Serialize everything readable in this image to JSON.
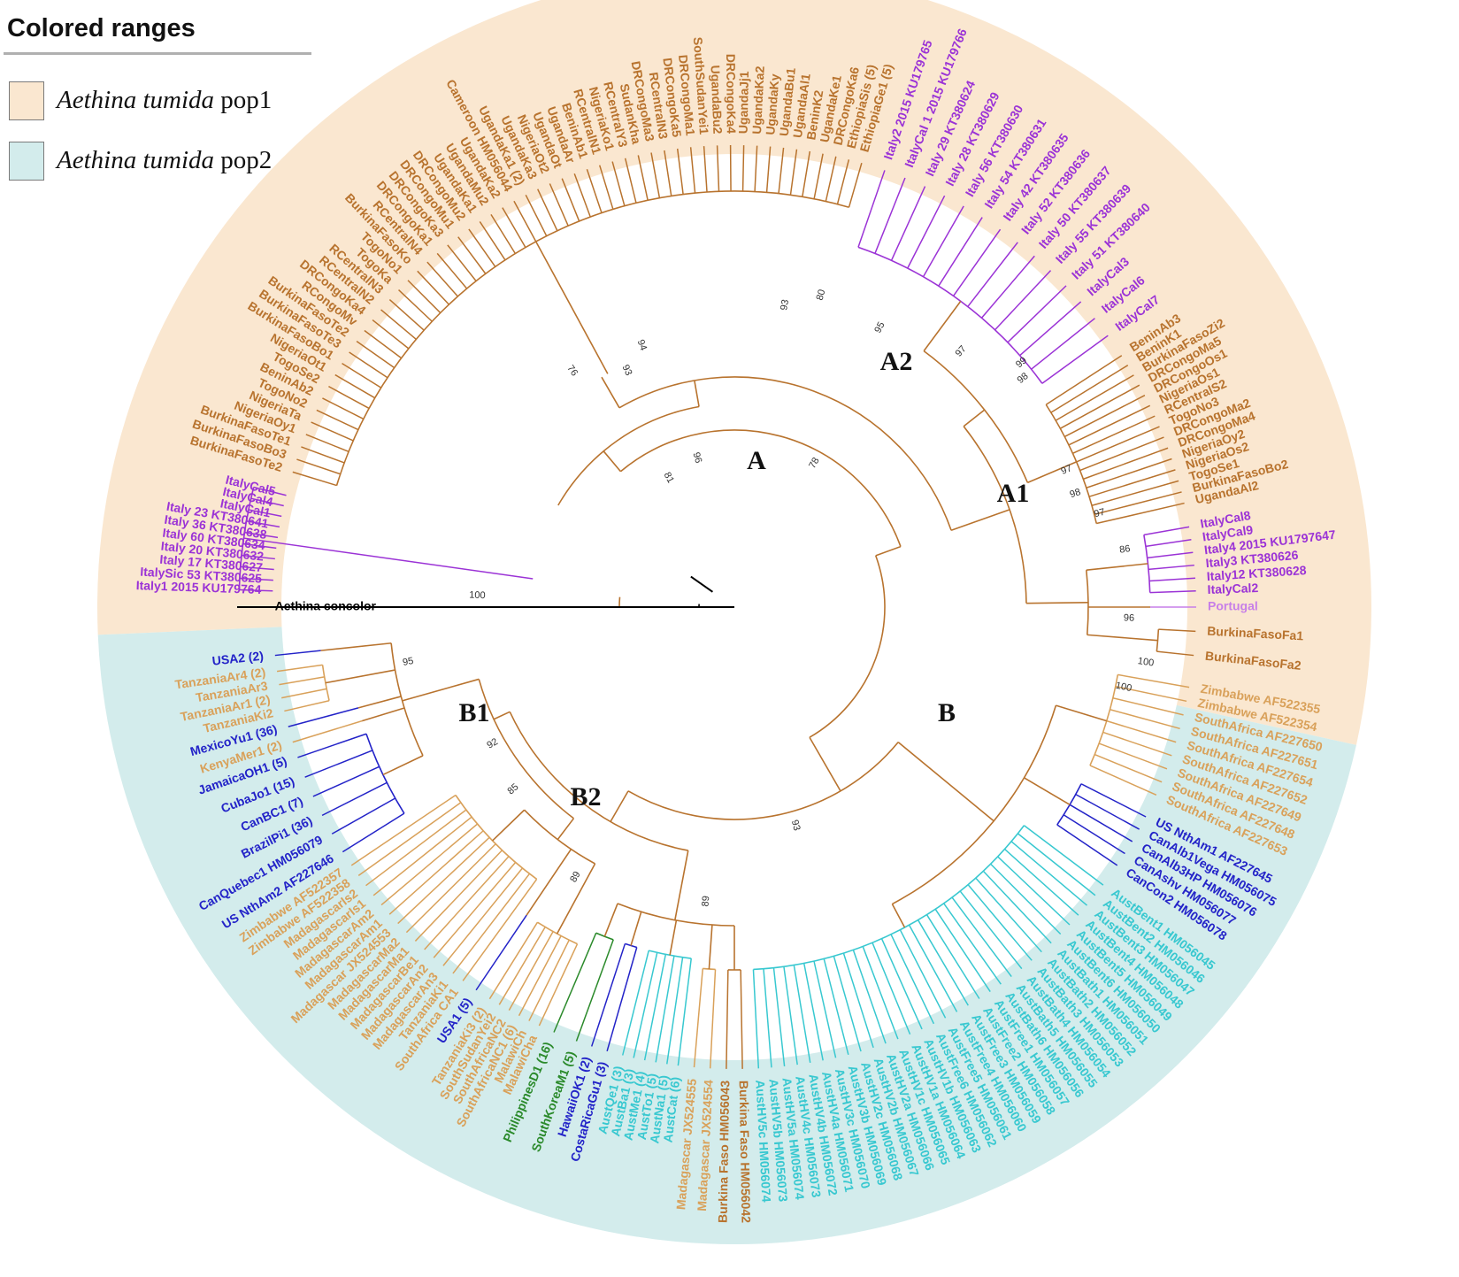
{
  "legend": {
    "title": "Colored ranges",
    "items": [
      {
        "italic": "Aethina tumida",
        "suffix": " pop1",
        "color": "#fae7d0"
      },
      {
        "italic": "Aethina tumida",
        "suffix": " pop2",
        "color": "#d3ecec"
      }
    ]
  },
  "colors": {
    "brown": "#b8732e",
    "tan": "#d9a15a",
    "purple": "#9b33d6",
    "blue": "#2323c8",
    "cyan": "#38c8d0",
    "green": "#2b8a2b",
    "black": "#000000",
    "portugal": "#c77fe8"
  },
  "clades": [
    {
      "label": "A"
    },
    {
      "label": "A1"
    },
    {
      "label": "A2"
    },
    {
      "label": "B"
    },
    {
      "label": "B1"
    },
    {
      "label": "B2"
    }
  ],
  "groups": {
    "A_italy_out": {
      "color": "purple",
      "leaves": [
        "Italy1 2015 KU179764",
        "ItalySic 53 KT380625",
        "Italy 17 KT380627",
        "Italy 20 KT380632",
        "Italy 60 KT380634",
        "Italy 36 KT380638",
        "Italy 23 KT380641",
        "ItalyCal1",
        "ItalyCal4",
        "ItalyCal5"
      ]
    },
    "A_brown_1": {
      "color": "brown",
      "leaves": [
        "BurkinaFasoTe2",
        "BurkinaFasoBo3",
        "BurkinaFasoTe1",
        "NigeriaOy1",
        "NigeriaTa",
        "TogoNo2",
        "BeninAb2",
        "TogoSe2",
        "NigeriaOt1",
        "BurkinaFasoBo1",
        "BurkinaFasoTe3",
        "BurkinaFasoTe2",
        "RCongoMv",
        "DRCongoKa4",
        "RCentralN2",
        "RCentralN3",
        "TogoKa",
        "TogoNo1",
        "BurkinaFasoKo",
        "RCentralN4",
        "DRCongoKa1",
        "DRCongoKa3",
        "DRCongoMu1",
        "DRCongoMu2",
        "UgandaKa1",
        "UgandaMu2",
        "UgandaKa2",
        "Cameroon HM056044",
        "UgandaKa1 (2)",
        "UgandaKa3",
        "NigeriaOt2",
        "UgandaOt",
        "UgandaAr",
        "BeninAb1",
        "RCentralN1",
        "NigeriaKo1",
        "RCentralY3",
        "SudanKha",
        "DRCongoMa3",
        "RCentralN3",
        "DRCongoKa5",
        "DRCongoMa1",
        "SouthSudanYei1",
        "UgandaBu2",
        "DRCongoKa4",
        "UgandaJj1",
        "UgandaKa2",
        "UgandaKy",
        "UgandaBu1",
        "UgandaAl1",
        "BeninK2",
        "UgandaKe1",
        "DRCongoKa6",
        "EthiopiaSis (5)",
        "EthiopiaGe1 (5)"
      ]
    },
    "A_italy_in": {
      "color": "purple",
      "leaves": [
        "Italy2 2015 KU179765",
        "ItalyCal 1 2015 KU179766",
        "Italy 29 KT380624",
        "Italy 28 KT380629",
        "Italy 56 KT380630",
        "Italy 54 KT380631",
        "Italy 42 KT380635",
        "Italy 52 KT380636",
        "Italy 50 KT380637",
        "Italy 55 KT380639",
        "Italy 51 KT380640",
        "ItalyCal3",
        "ItalyCal6",
        "ItalyCal7"
      ]
    },
    "A_brown_2": {
      "color": "brown",
      "leaves": [
        "BeninAb3",
        "BeninK1",
        "BurkinaFasoZi2",
        "DRCongoMa5",
        "DRCongoOs1",
        "NigeriaOs1",
        "RCentralS2",
        "TogoNo3",
        "DRCongoMa2",
        "DRCongoMa4",
        "NigeriaOy2",
        "NigeriaOs2",
        "TogoSe1",
        "BurkinaFasoBo2",
        "UgandaAl2"
      ]
    },
    "A_italy_3": {
      "color": "purple",
      "leaves": [
        "ItalyCal8",
        "ItalyCal9",
        "Italy4 2015 KU1797647",
        "Italy3 KT380626",
        "Italy12 KT380628",
        "ItalyCal2"
      ]
    },
    "A_portugal": {
      "color": "portugal",
      "leaves": [
        "Portugal"
      ]
    },
    "A_brown_3": {
      "color": "brown",
      "leaves": [
        "BurkinaFasoFa1",
        "BurkinaFasoFa2"
      ]
    },
    "B_tan_1": {
      "color": "tan",
      "leaves": [
        "Zimbabwe AF522355",
        "Zimbabwe AF522354",
        "SouthAfrica AF227650",
        "SouthAfrica AF227651",
        "SouthAfrica AF227654",
        "SouthAfrica AF227652",
        "SouthAfrica AF227649",
        "SouthAfrica AF227648",
        "SouthAfrica AF227653"
      ]
    },
    "B_blue_1": {
      "color": "blue",
      "leaves": [
        "US NthAm1 AF227645",
        "CanAlb1Vega HM056075",
        "CanAlb3HP HM056076",
        "CanAshv HM056077",
        "CanCon2 HM056078"
      ]
    },
    "B_cyan_1": {
      "color": "cyan",
      "leaves": [
        "AustBent1 HM056045",
        "AustBent2 HM056046",
        "AustBent3 HM056047",
        "AustBent4 HM056048",
        "AustBent5 HM056049",
        "AustBent6 HM056050",
        "AustBath1 HM056051",
        "AustBath2 HM056052",
        "AustBath3 HM056053",
        "AustBath4 HM056054",
        "AustBath5 HM056055",
        "AustBath6 HM056056",
        "AustFree1 HM056057",
        "AustFree2 HM056058",
        "AustFree3 HM056059",
        "AustFree4 HM056060",
        "AustFree5 HM056061",
        "AustFree6 HM056062",
        "AustHV1b HM056063",
        "AustHV1a HM056064",
        "AustHV1c HM056065",
        "AustHV2a HM056066",
        "AustHV2b HM056067",
        "AustHV2c HM056068",
        "AustHV3b HM056069",
        "AustHV3c HM056070",
        "AustHV4a HM056071",
        "AustHV4b HM056072",
        "AustHV4c HM056073",
        "AustHV5a HM056074",
        "AustHV5b HM056073",
        "AustHV5c HM056074"
      ]
    },
    "B_brown_1": {
      "color": "brown",
      "leaves": [
        "Burkina Faso HM056042",
        "Burkina Faso HM056043"
      ]
    },
    "B_tan_2": {
      "color": "tan",
      "leaves": [
        "Madagascar JX524554",
        "Madagascar JX524555"
      ]
    },
    "B_cyan_2": {
      "color": "cyan",
      "leaves": [
        "AustCat (6)",
        "AustNa1 (5)",
        "AustTo1 (5)",
        "AustMe1 (4)",
        "AustBa1 (3)",
        "AustQe1 (3)"
      ]
    },
    "B_blue_2": {
      "color": "blue",
      "leaves": [
        "CostaRicaGu1 (3)",
        "HawaiiOK1 (2)"
      ]
    },
    "B_green": {
      "color": "green",
      "leaves": [
        "SouthKoreaM1 (5)",
        "PhilippinesD1 (16)"
      ]
    },
    "B_tan_3": {
      "color": "tan",
      "leaves": [
        "MalawiCha",
        "MalawiCh",
        "SouthAfricaNC1 (6)",
        "SouthAfricaNC2",
        "SouthSudanYei2",
        "TanzaniaKi3 (2)"
      ]
    },
    "B_blue_3": {
      "color": "blue",
      "leaves": [
        "USA1 (5)"
      ]
    },
    "B_tan_4": {
      "color": "tan",
      "leaves": [
        "SouthAfrica CA1",
        "TanzaniaKi1",
        "MadagascarAn3",
        "MadagascarAn2",
        "MadagascarBe1",
        "MadagascarMa1",
        "MadagascarMa2",
        "Madagascar JX524553",
        "MadagascarAm1",
        "MadagascarAm2",
        "MadagascarIs1",
        "MadagascarIs2",
        "Zimbabwe AF522358",
        "Zimbabwe AF522357"
      ]
    },
    "B_blue_4": {
      "color": "blue",
      "leaves": [
        "US NthAm2 AF227646",
        "CanQuebec1 HM056079",
        "BrazilPi1 (36)",
        "CanBC1 (7)",
        "CubaJo1 (15)",
        "JamaicaOH1 (5)"
      ]
    },
    "B_tan_5": {
      "color": "tan",
      "leaves": [
        "KenyaMer1 (2)"
      ]
    },
    "B_blue_5": {
      "color": "blue",
      "leaves": [
        "MexicoYu1 (36)"
      ]
    },
    "B_tan_6": {
      "color": "tan",
      "leaves": [
        "TanzaniaKi2",
        "TanzaniaAr1 (2)",
        "TanzaniaAr3",
        "TanzaniaAr4 (2)"
      ]
    },
    "B_blue_6": {
      "color": "blue",
      "leaves": [
        "USA2 (2)"
      ]
    }
  },
  "outgroup": {
    "label": "Aethina concolor",
    "color": "black"
  },
  "bootstrap": {
    "labels": [
      "100",
      "96",
      "81",
      "78",
      "93",
      "76",
      "94",
      "93",
      "80",
      "97",
      "95",
      "97",
      "98",
      "97",
      "86",
      "96",
      "100",
      "93",
      "89",
      "95",
      "92",
      "85",
      "89",
      "100",
      "99",
      "98"
    ]
  }
}
